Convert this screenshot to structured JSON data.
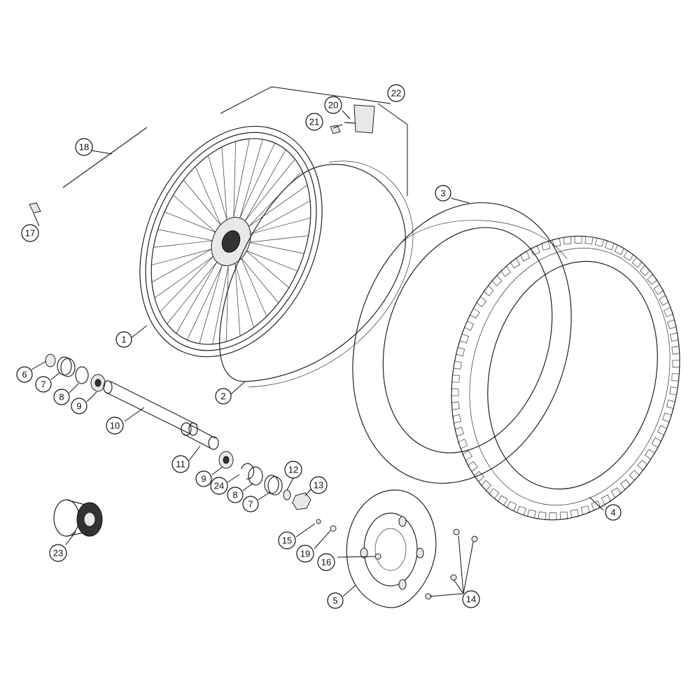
{
  "diagram": {
    "callouts": [
      {
        "id": "1",
        "label": "1"
      },
      {
        "id": "2",
        "label": "2"
      },
      {
        "id": "3",
        "label": "3"
      },
      {
        "id": "4",
        "label": "4"
      },
      {
        "id": "5",
        "label": "5"
      },
      {
        "id": "6",
        "label": "6"
      },
      {
        "id": "7a",
        "label": "7"
      },
      {
        "id": "7b",
        "label": "7"
      },
      {
        "id": "8a",
        "label": "8"
      },
      {
        "id": "8b",
        "label": "8"
      },
      {
        "id": "9a",
        "label": "9"
      },
      {
        "id": "9b",
        "label": "9"
      },
      {
        "id": "10",
        "label": "10"
      },
      {
        "id": "11",
        "label": "11"
      },
      {
        "id": "12",
        "label": "12"
      },
      {
        "id": "13",
        "label": "13"
      },
      {
        "id": "14",
        "label": "14"
      },
      {
        "id": "15",
        "label": "15"
      },
      {
        "id": "16",
        "label": "16"
      },
      {
        "id": "17",
        "label": "17"
      },
      {
        "id": "18",
        "label": "18"
      },
      {
        "id": "19",
        "label": "19"
      },
      {
        "id": "20",
        "label": "20"
      },
      {
        "id": "21",
        "label": "21"
      },
      {
        "id": "22",
        "label": "22"
      },
      {
        "id": "23",
        "label": "23"
      },
      {
        "id": "24",
        "label": "24"
      }
    ]
  }
}
